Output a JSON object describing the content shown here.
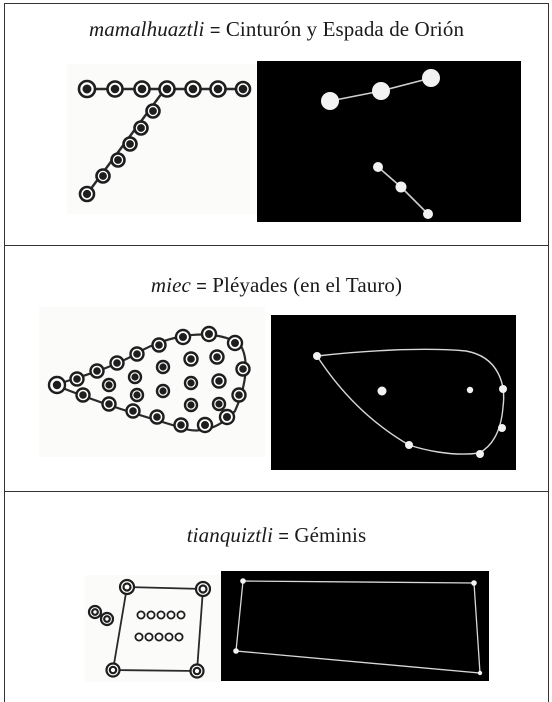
{
  "rows": [
    {
      "term": "mamalhuaztli",
      "separator": "=",
      "meaning": "Cinturón y Espada de Orión"
    },
    {
      "term": "miec",
      "separator": "=",
      "meaning": "Pléyades (en el Tauro)"
    },
    {
      "term": "tianquiztli",
      "separator": "=",
      "meaning": "Géminis"
    }
  ]
}
